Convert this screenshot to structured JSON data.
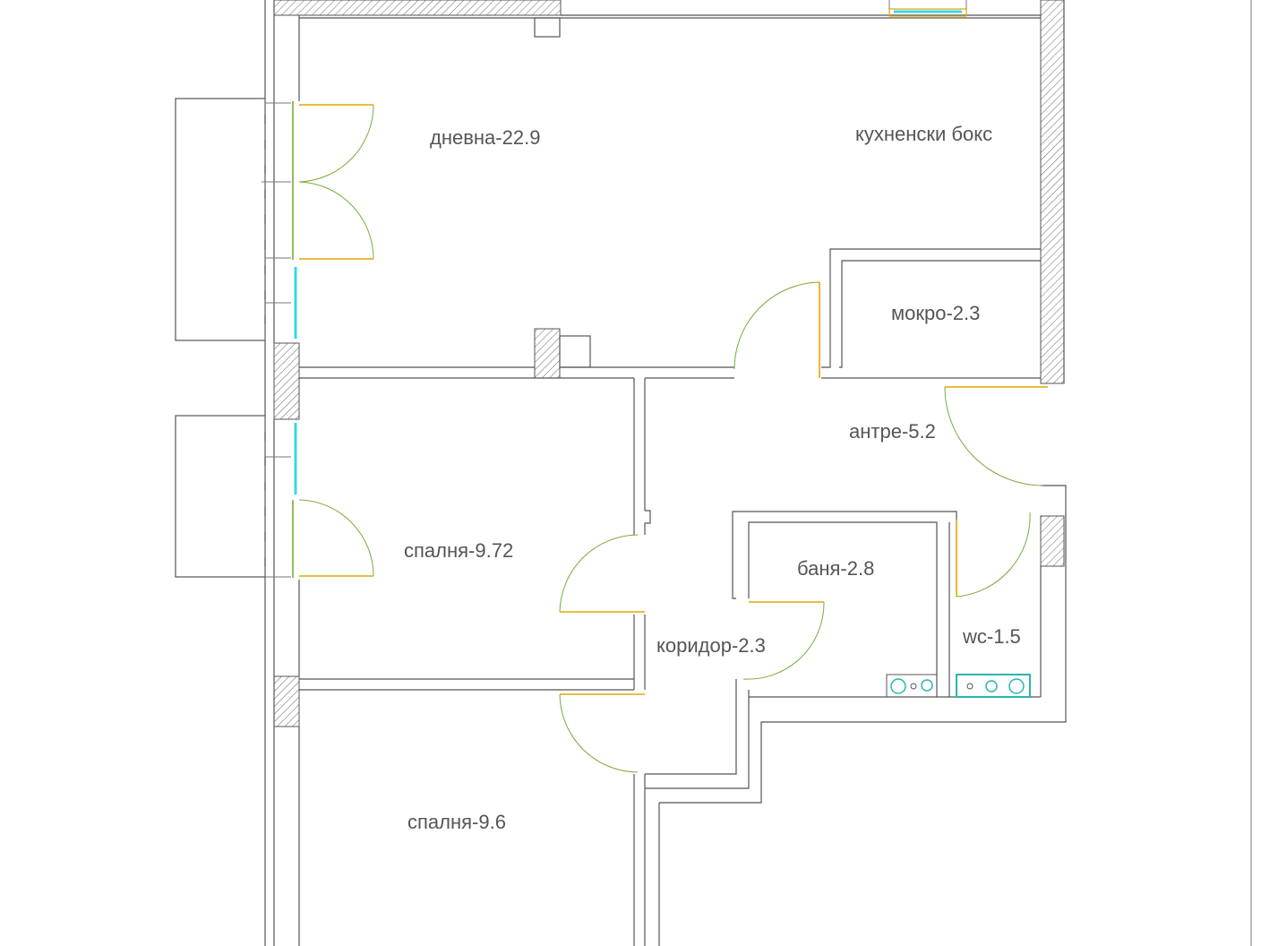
{
  "rooms": {
    "living": "дневна-22.9",
    "kitchen": "кухненски бокс",
    "wet": "мокро-2.3",
    "hall": "антре-5.2",
    "bedroom1": "спалня-9.72",
    "bath": "баня-2.8",
    "corridor": "коридор-2.3",
    "wc": "wc-1.5",
    "bedroom2": "спалня-9.6"
  },
  "colors": {
    "wall": "#555555",
    "door": "#e0a800",
    "door_arc": "#7aab3a",
    "window": "#33d9e8",
    "fixture": "#2ab5b0"
  }
}
